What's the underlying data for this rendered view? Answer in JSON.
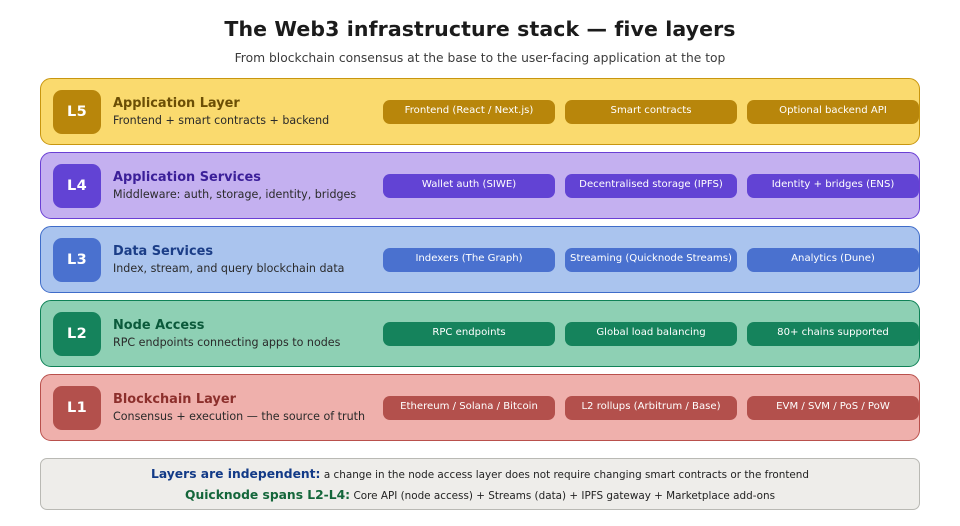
{
  "header": {
    "title": "The Web3 infrastructure stack — five layers",
    "subtitle": "From blockchain consensus at the base to the user-facing application at the top"
  },
  "colors": {
    "l5_band": "#fada6e",
    "l5_border": "#c8960f",
    "l5_badge": "#b8860b",
    "l5_chip": "#b8860b",
    "l5_title": "#6b4e05",
    "l4_band": "#c4b0f0",
    "l4_border": "#6a3fd4",
    "l4_badge": "#6243d4",
    "l4_chip": "#6243d4",
    "l4_title": "#3b1f99",
    "l3_band": "#aac4ee",
    "l3_border": "#3f6cc9",
    "l3_badge": "#4a71cf",
    "l3_chip": "#4a71cf",
    "l3_title": "#1b3d87",
    "l2_band": "#8ed0b4",
    "l2_border": "#0f8257",
    "l2_badge": "#15835c",
    "l2_chip": "#15835c",
    "l2_title": "#0b5a3b",
    "l1_band": "#efb0ac",
    "l1_border": "#b9504c",
    "l1_badge": "#b3504c",
    "l1_chip": "#b3504c",
    "l1_title": "#8c2f2c",
    "note_bg": "#eeedea",
    "note_border": "#b9b9b4",
    "note_blue": "#123a87",
    "note_green": "#14663a"
  },
  "layers": [
    {
      "badge": "L5",
      "name": "Application Layer",
      "desc": "Frontend + smart contracts + backend",
      "chips": [
        "Frontend (React / Next.js)",
        "Smart contracts",
        "Optional backend API"
      ]
    },
    {
      "badge": "L4",
      "name": "Application Services",
      "desc": "Middleware: auth, storage, identity, bridges",
      "chips": [
        "Wallet auth (SIWE)",
        "Decentralised storage (IPFS)",
        "Identity + bridges (ENS)"
      ]
    },
    {
      "badge": "L3",
      "name": "Data Services",
      "desc": "Index, stream, and query blockchain data",
      "chips": [
        "Indexers (The Graph)",
        "Streaming (Quicknode Streams)",
        "Analytics (Dune)"
      ]
    },
    {
      "badge": "L2",
      "name": "Node Access",
      "desc": "RPC endpoints connecting apps to nodes",
      "chips": [
        "RPC endpoints",
        "Global load balancing",
        "80+ chains supported"
      ]
    },
    {
      "badge": "L1",
      "name": "Blockchain Layer",
      "desc": "Consensus + execution — the source of truth",
      "chips": [
        "Ethereum / Solana / Bitcoin",
        "L2 rollups (Arbitrum / Base)",
        "EVM / SVM / PoS / PoW"
      ]
    }
  ],
  "note": {
    "lines": [
      {
        "label": "Layers are independent:",
        "text": "a change in the node access layer does not require changing smart contracts or the frontend",
        "accent": "blue"
      },
      {
        "label": "Quicknode spans L2-L4:",
        "text": "Core API (node access) + Streams (data) + IPFS gateway + Marketplace add-ons",
        "accent": "green"
      }
    ]
  }
}
